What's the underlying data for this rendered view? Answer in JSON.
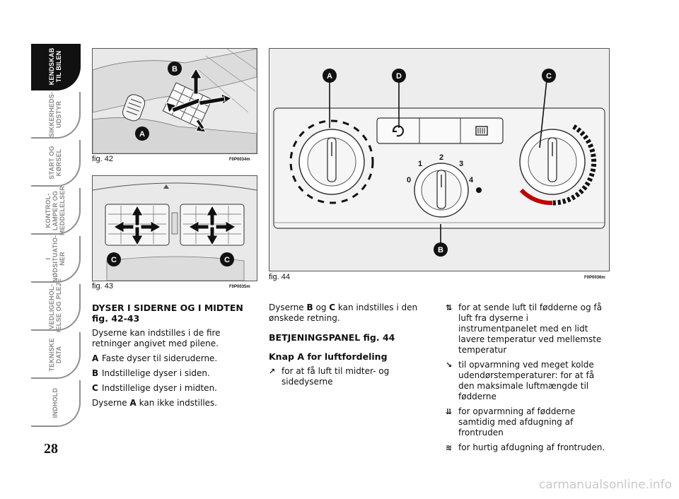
{
  "sidebar": {
    "tabs": [
      {
        "label": "KENDSKAB\nTIL BILEN",
        "active": true
      },
      {
        "label": "SIKKERHEDS-\nUDSTYR",
        "active": false
      },
      {
        "label": "START OG\nKØRSEL",
        "active": false
      },
      {
        "label": "KONTROL-\nLAMPER OG\nMEDDELELSER",
        "active": false
      },
      {
        "label": "I\nNØDSITUATIO-\nNER",
        "active": false
      },
      {
        "label": "VEDLIGEHOL-\nDELSE OG PLEJE",
        "active": false
      },
      {
        "label": "TEKNISKE\nDATA",
        "active": false
      },
      {
        "label": "INDHOLD",
        "active": false
      }
    ],
    "page_number": "28"
  },
  "figures": {
    "fig42": {
      "caption": "fig. 42",
      "code": "F0P0034m",
      "label_a": "A",
      "label_b": "B"
    },
    "fig43": {
      "caption": "fig. 43",
      "code": "F0P0035m",
      "label_c": "C"
    },
    "fig44": {
      "caption": "fig. 44",
      "code": "F0P0036m",
      "label_a": "A",
      "label_b": "B",
      "label_c": "C",
      "label_d": "D",
      "fan_speeds": [
        "0",
        "1",
        "2",
        "3",
        "4"
      ]
    }
  },
  "col1": {
    "heading": "DYSER I SIDERNE OG I MIDTEN fig. 42-43",
    "intro": "Dyserne kan indstilles i de fire retninger angivet med pilene.",
    "items": [
      {
        "key": "A",
        "text": "Faste dyser til sideruderne."
      },
      {
        "key": "B",
        "text": "Indstillelige dyser i siden."
      },
      {
        "key": "C",
        "text": "Indstillelige dyser i midten."
      }
    ],
    "closing_pre": "Dyserne ",
    "closing_key": "A",
    "closing_post": " kan ikke indstilles."
  },
  "col2": {
    "intro_pre": "Dyserne ",
    "intro_b": "B",
    "intro_mid": " og ",
    "intro_c": "C",
    "intro_post": " kan indstilles i den ønskede retning.",
    "heading": "BETJENINGSPANEL fig. 44",
    "subheading": "Knap A for luftfordeling",
    "item": "for at få luft til midter- og sidedyserne"
  },
  "col3": {
    "items": [
      "for at sende luft til fødderne og få luft fra dyserne i instrumentpanelet med en lidt lavere temperatur ved mellemste temperatur",
      "til opvarmning ved meget kolde udendørstemperaturer: for at få den maksimale luftmængde til fødderne",
      "for opvarmning af fødderne samtidig med afdugning af frontruden",
      "for hurtig afdugning af frontruden."
    ]
  },
  "footer": {
    "watermark": "carmanualsonline.info"
  }
}
